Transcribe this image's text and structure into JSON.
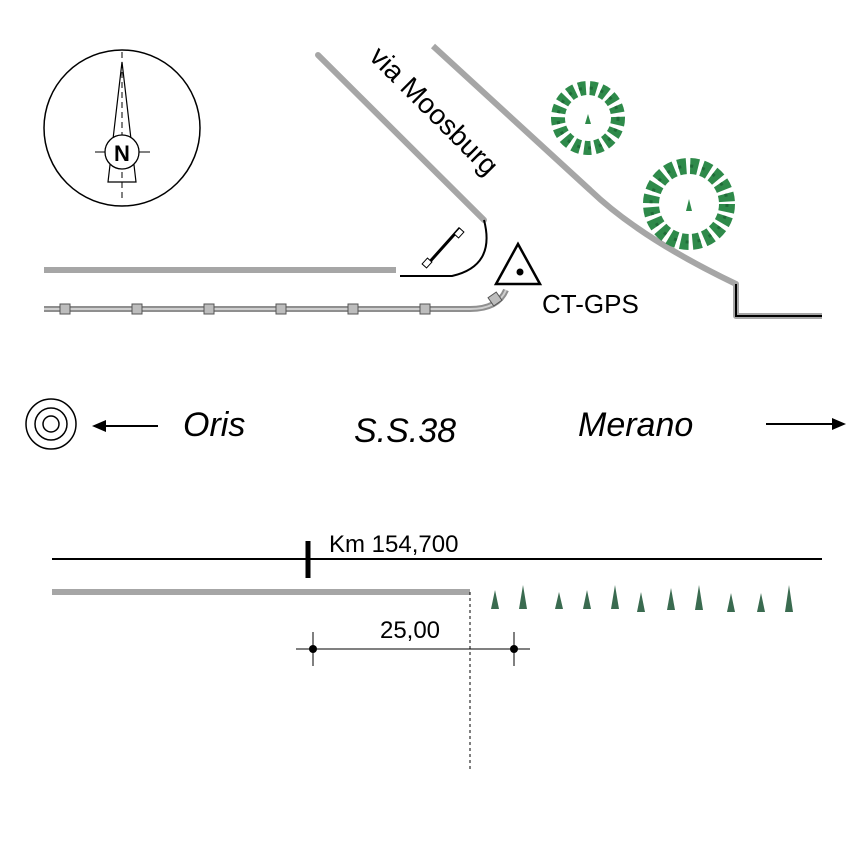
{
  "street_label": "via Moosburg",
  "station_label": "CT-GPS",
  "compass_letter": "N",
  "road_name": "S.S.38",
  "direction_left": "Oris",
  "direction_right": "Merano",
  "km_label": "Km 154,700",
  "distance_label": "25,00",
  "colors": {
    "road_edge": "#a6a6a6",
    "tree_fill": "#2e8a4a",
    "tree_dark": "#1f6b38",
    "marker_fill": "#3a6b50",
    "ink": "#000000"
  },
  "icons": [
    "compass-icon",
    "survey-benchmark-icon",
    "tree-icon",
    "traffic-cone-icon",
    "arrow-left-icon",
    "arrow-right-icon",
    "gps-station-triangle-icon"
  ]
}
